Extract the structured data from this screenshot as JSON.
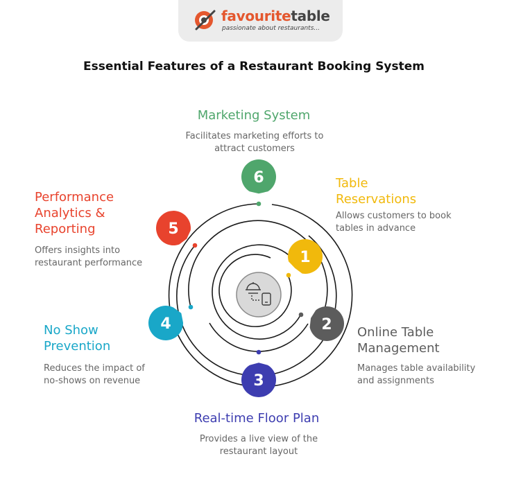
{
  "logo": {
    "brand_part1": "favourite",
    "brand_part2": "table",
    "tagline": "passionate about restaurants..."
  },
  "title": "Essential Features of a Restaurant Booking System",
  "features": [
    {
      "number": "1",
      "title": "Table Reservations",
      "description": "Allows customers to book tables in advance",
      "color": "#f1b90c"
    },
    {
      "number": "2",
      "title": "Online Table Management",
      "description": "Manages table availability and assignments",
      "color": "#5c5c5c"
    },
    {
      "number": "3",
      "title": "Real-time Floor Plan",
      "description": "Provides a live view of the restaurant layout",
      "color": "#3d3db0"
    },
    {
      "number": "4",
      "title": "No Show Prevention",
      "description": "Reduces the impact of no-shows on revenue",
      "color": "#19a7c8"
    },
    {
      "number": "5",
      "title": "Performance Analytics & Reporting",
      "description": "Offers insights into restaurant performance",
      "color": "#e8432d"
    },
    {
      "number": "6",
      "title": "Marketing System",
      "description": "Facilitates marketing efforts to attract customers",
      "color": "#4fa66c"
    }
  ],
  "center_icon": "reservation-icon"
}
